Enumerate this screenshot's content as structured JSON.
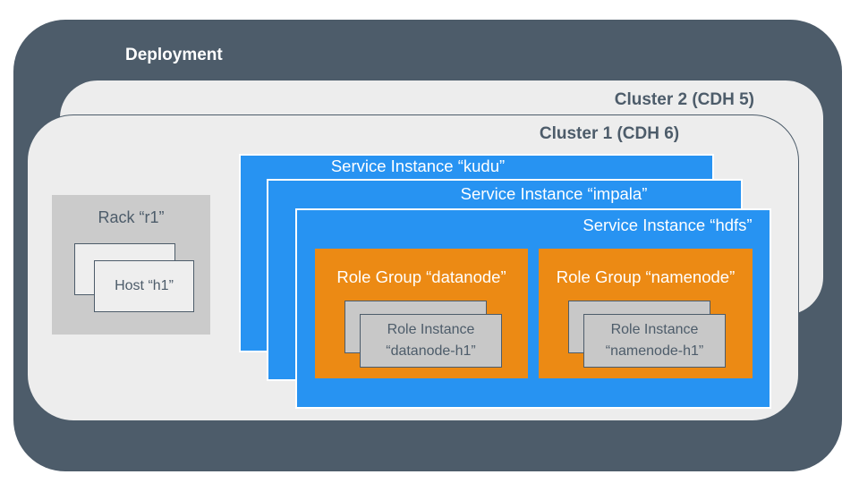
{
  "colors": {
    "deployment_slate": "#4D5C6A",
    "cluster_gray": "#EDEDED",
    "service_blue": "#2793F2",
    "role_group_orange": "#EC8A14",
    "rack_gray": "#CBCBCB",
    "instance_gray": "#C8C8C8",
    "host_gray": "#EEEEEE",
    "text_dark": "#4D5C6A",
    "text_light": "#FFFFFF"
  },
  "deployment": {
    "label": "Deployment"
  },
  "cluster2": {
    "label": "Cluster 2 (CDH 5)"
  },
  "cluster1": {
    "label": "Cluster 1 (CDH 6)"
  },
  "rack": {
    "label": "Rack “r1”",
    "host": {
      "label": "Host “h1”"
    }
  },
  "services": [
    {
      "id": "kudu",
      "label": "Service Instance “kudu”"
    },
    {
      "id": "impala",
      "label": "Service Instance “impala”"
    },
    {
      "id": "hdfs",
      "label": "Service Instance “hdfs”",
      "role_groups": [
        {
          "id": "datanode",
          "label": "Role Group “datanode”",
          "role_instance": {
            "line1": "Role Instance",
            "line2": "“datanode-h1”"
          }
        },
        {
          "id": "namenode",
          "label": "Role Group “namenode”",
          "role_instance": {
            "line1": "Role Instance",
            "line2": "“namenode-h1”"
          }
        }
      ]
    }
  ]
}
